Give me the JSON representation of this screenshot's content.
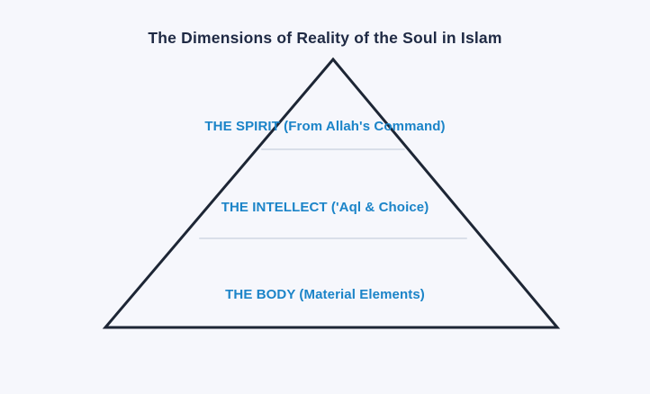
{
  "title": "The Dimensions of Reality of the Soul in Islam",
  "pyramid": {
    "type": "pyramid-diagram",
    "layers": [
      {
        "id": "spirit",
        "label": "THE SPIRIT (From Allah's Command)"
      },
      {
        "id": "intellect",
        "label": "THE INTELLECT ('Aql & Choice)"
      },
      {
        "id": "body",
        "label": "THE BODY (Material Elements)"
      }
    ]
  },
  "colors": {
    "background": "#f6f7fc",
    "title_text": "#1f2a44",
    "outline": "#1d2635",
    "layer_text": "#1b84c8",
    "divider": "#d9dfe9"
  }
}
